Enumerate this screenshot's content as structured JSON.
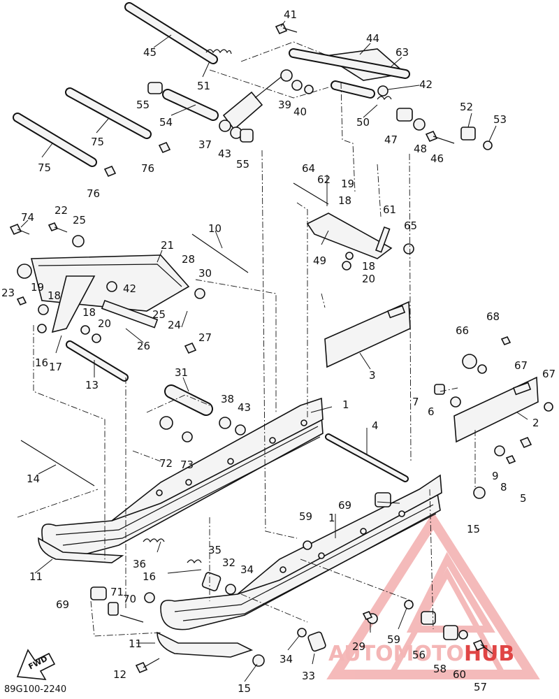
{
  "diagram": {
    "drawing_code": "89G100-2240",
    "fwd_label": "FWD",
    "watermark": {
      "brand": "AUTOMOTOHUB",
      "colors": {
        "accent": "#e04545",
        "light": "#f4b6b6"
      }
    },
    "callouts": [
      "41",
      "44",
      "63",
      "45",
      "51",
      "42",
      "55",
      "54",
      "39",
      "40",
      "50",
      "52",
      "53",
      "37",
      "43",
      "55",
      "47",
      "48",
      "46",
      "75",
      "75",
      "76",
      "76",
      "64",
      "62",
      "19",
      "18",
      "61",
      "65",
      "74",
      "22",
      "25",
      "10",
      "21",
      "28",
      "30",
      "49",
      "18",
      "20",
      "23",
      "19",
      "18",
      "42",
      "25",
      "24",
      "18",
      "20",
      "26",
      "27",
      "16",
      "17",
      "13",
      "3",
      "68",
      "66",
      "67",
      "67",
      "31",
      "38",
      "43",
      "1",
      "7",
      "6",
      "2",
      "4",
      "72",
      "73",
      "14",
      "9",
      "8",
      "5",
      "69",
      "15",
      "59",
      "1",
      "36",
      "35",
      "32",
      "34",
      "11",
      "16",
      "69",
      "71",
      "70",
      "29",
      "59",
      "56",
      "11",
      "34",
      "33",
      "58",
      "60",
      "57",
      "12",
      "15"
    ]
  }
}
